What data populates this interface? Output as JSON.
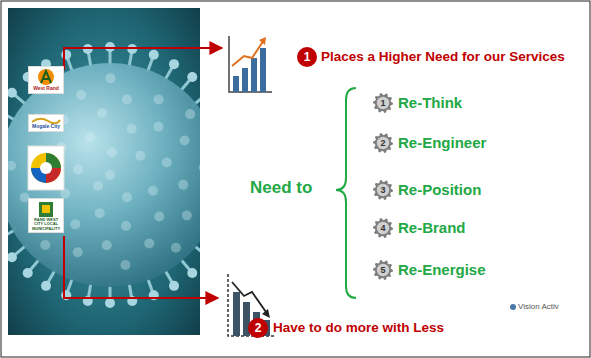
{
  "diagram": {
    "nodes": [
      {
        "text": [
          "West Rand"
        ]
      },
      {
        "text": [
          "Mogale City"
        ]
      },
      {
        "text": [
          "RAND WEST CITY LOCAL MUNICIPALITY"
        ]
      },
      {
        "text": [
          "1"
        ]
      },
      {
        "text": [
          "1"
        ]
      },
      {
        "text": [
          "2"
        ]
      },
      {
        "text": [
          "3"
        ]
      },
      {
        "text": [
          "4"
        ]
      },
      {
        "text": [
          "5"
        ]
      },
      {
        "text": [
          "2"
        ]
      }
    ],
    "labels": [
      "Places a Higher Need for our Services",
      "Need to",
      "Re-Think",
      "Re-Engineer",
      "Re-Position",
      "Re-Brand",
      "Re-Energise",
      "Have to do more with Less",
      "Vision Activ"
    ]
  }
}
